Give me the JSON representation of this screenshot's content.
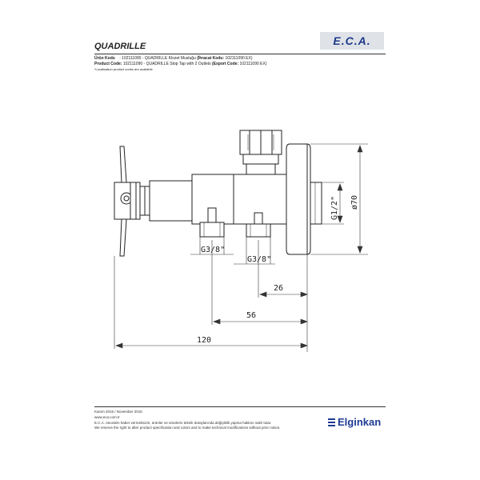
{
  "logo_text": "E.C.A.",
  "title": "QUADRILLE",
  "info": {
    "tr_label": "Ürün Kodu",
    "tr_value": ": 102111090 - QUADRILLE Klozet Musluğu",
    "tr_export_label": "(İhracat Kodu:",
    "tr_export_value": "102111090 EX)",
    "en_label": "Product Code:",
    "en_value": "102111090 - QUADRILLE Stop Tap with 2 Outlets",
    "en_export_label": "(Export Code:",
    "en_export_value": "102111090 EX)",
    "note": "*Localisation product codes are available."
  },
  "dimensions": {
    "thread_top": "G1/2\"",
    "diameter": "ø70",
    "outlet_left": "G3/8\"",
    "outlet_right": "G3/8\"",
    "dim_26": "26",
    "dim_56": "56",
    "dim_120": "120"
  },
  "footer": {
    "date": "Kasım 2015 / November 2015",
    "website": "www.eca.com.tr",
    "line_tr": "E.C.A. önceden haber vermeksizin, ürünler ve ürünlerin teknik detaylarında değişiklik yapma hakkını saklı tutar.",
    "line_en": "We reserve the right to alter product specification and colors and to make technical modifications without prior notice."
  },
  "brand": "Elginkan"
}
